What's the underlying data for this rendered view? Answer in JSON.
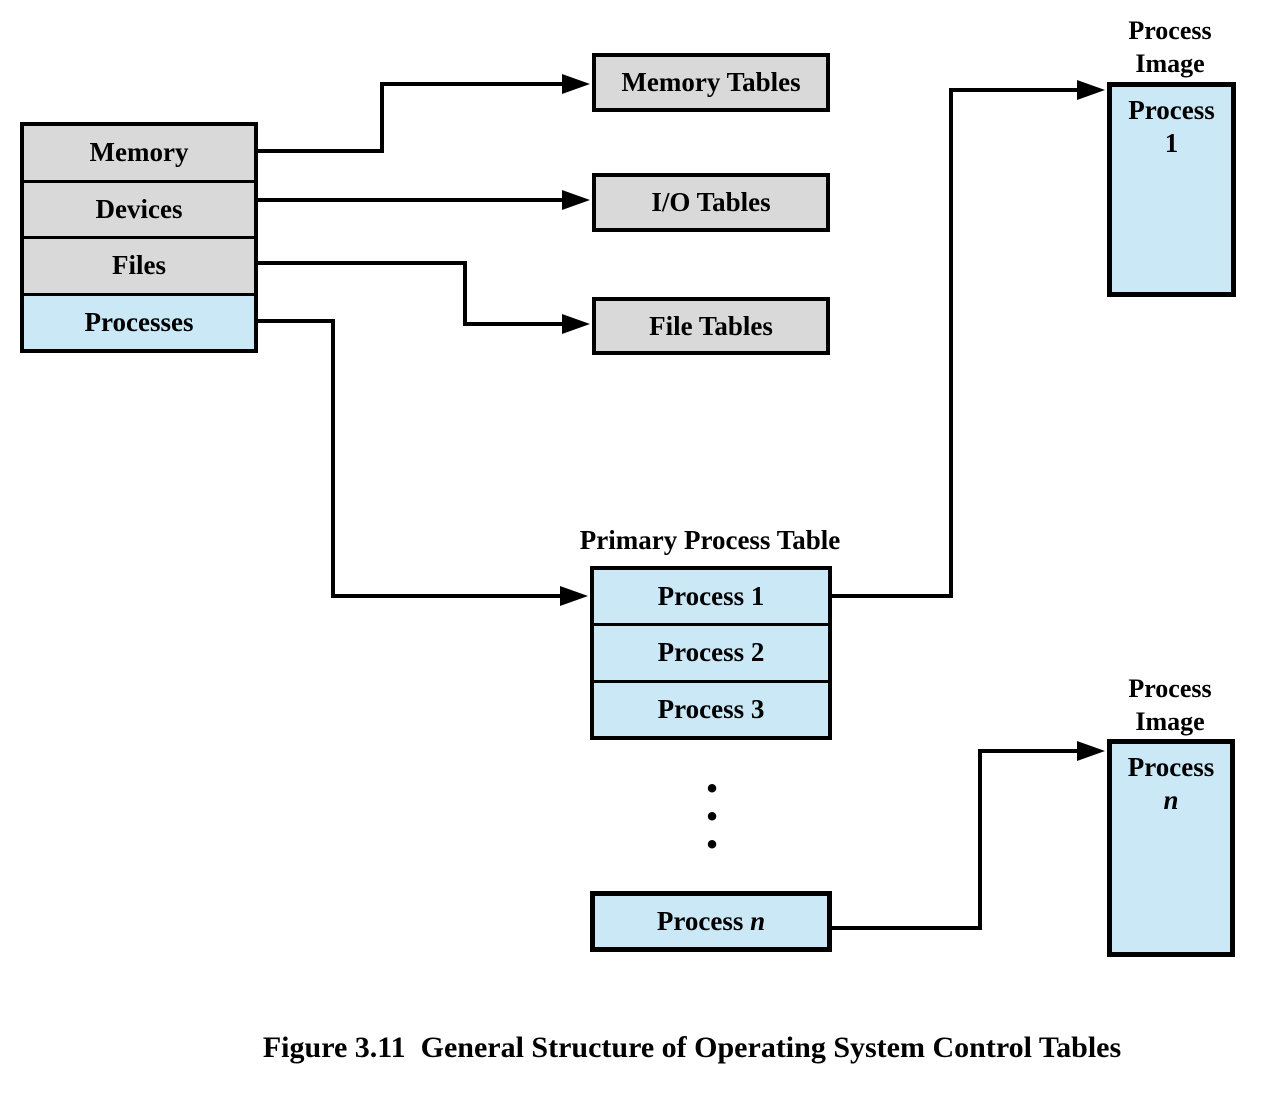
{
  "diagram": {
    "left_table": {
      "rows": [
        "Memory",
        "Devices",
        "Files",
        "Processes"
      ]
    },
    "tables": {
      "memory": "Memory Tables",
      "io": "I/O Tables",
      "file": "File Tables"
    },
    "primary_table": {
      "title": "Primary Process Table",
      "rows": [
        "Process 1",
        "Process 2",
        "Process 3"
      ],
      "ellipsis": "•\n•\n•",
      "row_n_prefix": "Process ",
      "row_n_var": "n"
    },
    "process_images": {
      "label": "Process\nImage",
      "image_1": {
        "line1": "Process",
        "line2": "1"
      },
      "image_n": {
        "line1": "Process",
        "line2": "n"
      }
    },
    "caption": "Figure 3.11  General Structure of Operating System Control Tables"
  },
  "colors": {
    "table_gray": "#d9d9d9",
    "highlight_blue": "#cbe8f7",
    "line_black": "#000000",
    "background": "#ffffff"
  }
}
